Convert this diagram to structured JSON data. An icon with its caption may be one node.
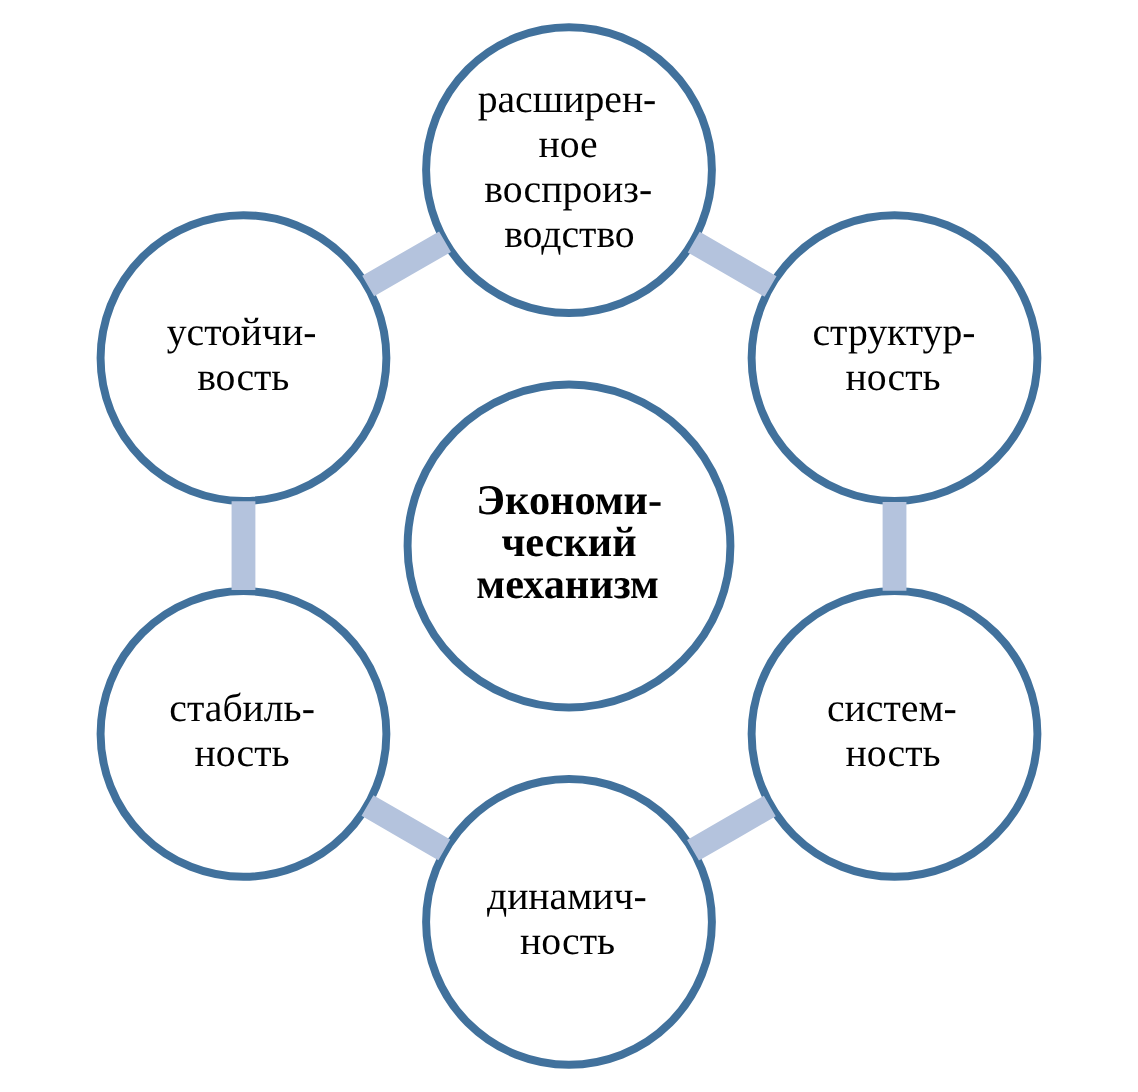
{
  "diagram": {
    "nodes": [
      {
        "text": [
          "Экономи- ческий механизм"
        ]
      },
      {
        "text": [
          "структур- ность"
        ]
      },
      {
        "text": [
          "расширен- ное воспроиз- водство"
        ]
      },
      {
        "text": [
          "устойчи- вость"
        ]
      },
      {
        "text": [
          "стабиль- ность"
        ]
      },
      {
        "text": [
          "динамич- ность"
        ]
      },
      {
        "text": [
          "систем- ность"
        ]
      }
    ],
    "edges": [
      {
        "from": 1,
        "to": 2,
        "arrow": "none"
      },
      {
        "from": 2,
        "to": 3,
        "arrow": "none"
      },
      {
        "from": 3,
        "to": 4,
        "arrow": "none"
      },
      {
        "from": 4,
        "to": 5,
        "arrow": "none"
      },
      {
        "from": 5,
        "to": 6,
        "arrow": "none"
      },
      {
        "from": 6,
        "to": 1,
        "arrow": "none"
      }
    ]
  }
}
